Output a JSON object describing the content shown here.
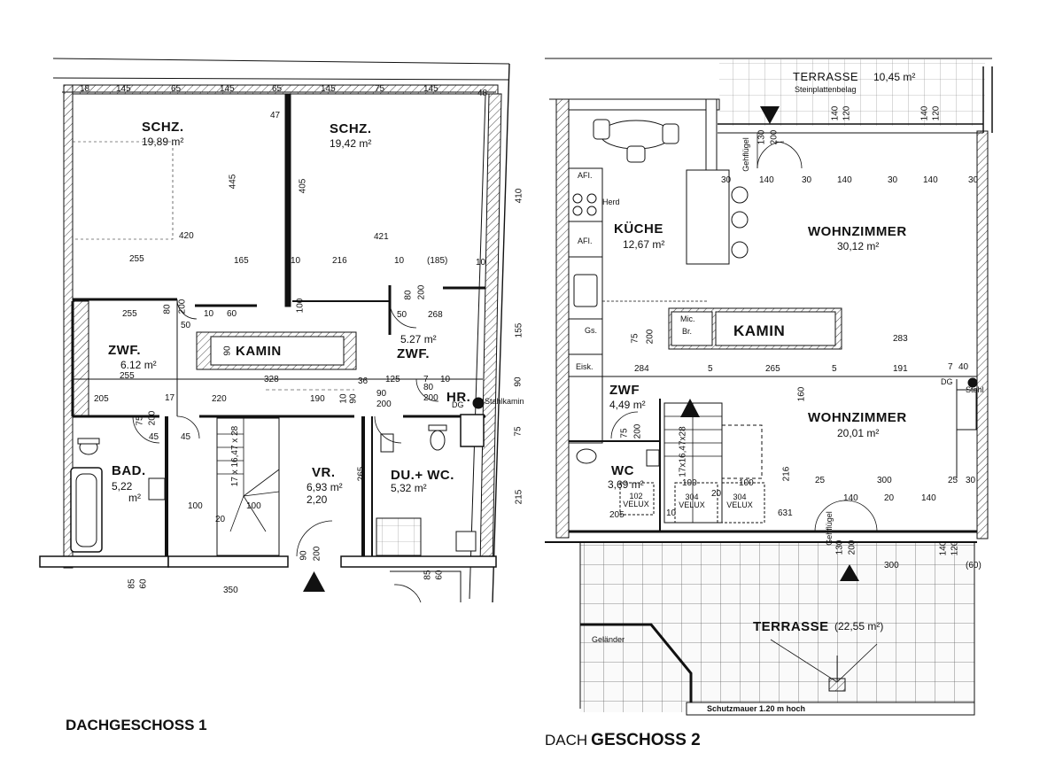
{
  "plan1": {
    "title": "DACHGESCHOSS 1",
    "rooms": {
      "schz_left": {
        "name": "SCHZ.",
        "area": "19,89 m²"
      },
      "schz_right": {
        "name": "SCHZ.",
        "area": "19,42 m²"
      },
      "zwf_left": {
        "name": "ZWF.",
        "area": "6.12 m²"
      },
      "zwf_right": {
        "name": "ZWF.",
        "area": "5.27 m²"
      },
      "kamin": {
        "name": "KAMIN"
      },
      "hr": {
        "name": "HR."
      },
      "bad": {
        "name": "BAD.",
        "area": "5,22",
        "unit": "m²"
      },
      "vr": {
        "name": "VR.",
        "area": "6,93 m²",
        "height": "2,20"
      },
      "du_wc": {
        "name": "DU.+ WC.",
        "area": "5,32 m²"
      }
    },
    "dims_top": [
      "18",
      "145",
      "65",
      "145",
      "65",
      "145",
      "75",
      "145",
      "48"
    ],
    "dims_inner": [
      "445",
      "405",
      "420",
      "421",
      "255",
      "165",
      "10",
      "216",
      "10",
      "(185)",
      "10",
      "47",
      "410",
      "155",
      "75",
      "215",
      "90"
    ],
    "dims_mid": [
      "255",
      "80",
      "200",
      "10",
      "60",
      "50",
      "100",
      "80",
      "200",
      "50",
      "268",
      "90",
      "255",
      "328",
      "125",
      "7",
      "10",
      "80",
      "200",
      "205",
      "17",
      "220",
      "190",
      "36",
      "90",
      "200",
      "75",
      "200",
      "45",
      "45",
      "17 x 16,47 x 28",
      "100",
      "20",
      "100",
      "265",
      "90",
      "200",
      "85",
      "60",
      "350",
      "85",
      "60",
      "10",
      "90"
    ],
    "notes": [
      "DG",
      "Stahlkamin"
    ]
  },
  "plan2": {
    "title_prefix": "DACH",
    "title_suffix": "GESCHOSS 2",
    "terrace_top": {
      "name": "TERRASSE",
      "area": "10,45 m²",
      "note": "Steinplattenbelag"
    },
    "rooms": {
      "kueche": {
        "name": "KÜCHE",
        "area": "12,67 m²"
      },
      "wohnzimmer1": {
        "name": "WOHNZIMMER",
        "area": "30,12 m²"
      },
      "kamin": {
        "name": "KAMIN"
      },
      "zwf": {
        "name": "ZWF",
        "area": "4,49 m²"
      },
      "wohnzimmer2": {
        "name": "WOHNZIMMER",
        "area": "20,01 m²"
      },
      "wc": {
        "name": "WC",
        "area": "3,69 m²"
      }
    },
    "terrace_bottom": {
      "name": "TERRASSE",
      "area": "(22,55 m²)"
    },
    "labels": [
      "AFI.",
      "Herd",
      "AFI.",
      "Gs.",
      "Eisk.",
      "Mic.",
      "Br.",
      "Geländer",
      "Schutzmauer   1.20 m hoch",
      "Gehflügel",
      "Gehflügel",
      "DG",
      "Stahl",
      "102 VELUX",
      "304 VELUX",
      "304 VELUX"
    ],
    "dims": [
      "140",
      "120",
      "140",
      "120",
      "130",
      "200",
      "30",
      "140",
      "30",
      "140",
      "30",
      "140",
      "30",
      "283",
      "75",
      "200",
      "284",
      "5",
      "265",
      "5",
      "191",
      "7",
      "40",
      "160",
      "75",
      "200",
      "17x16,47x28",
      "216",
      "25",
      "300",
      "25",
      "30",
      "100",
      "100",
      "20",
      "10",
      "631",
      "205",
      "140",
      "20",
      "140",
      "130",
      "200",
      "140",
      "120",
      "300",
      "(60)"
    ]
  }
}
